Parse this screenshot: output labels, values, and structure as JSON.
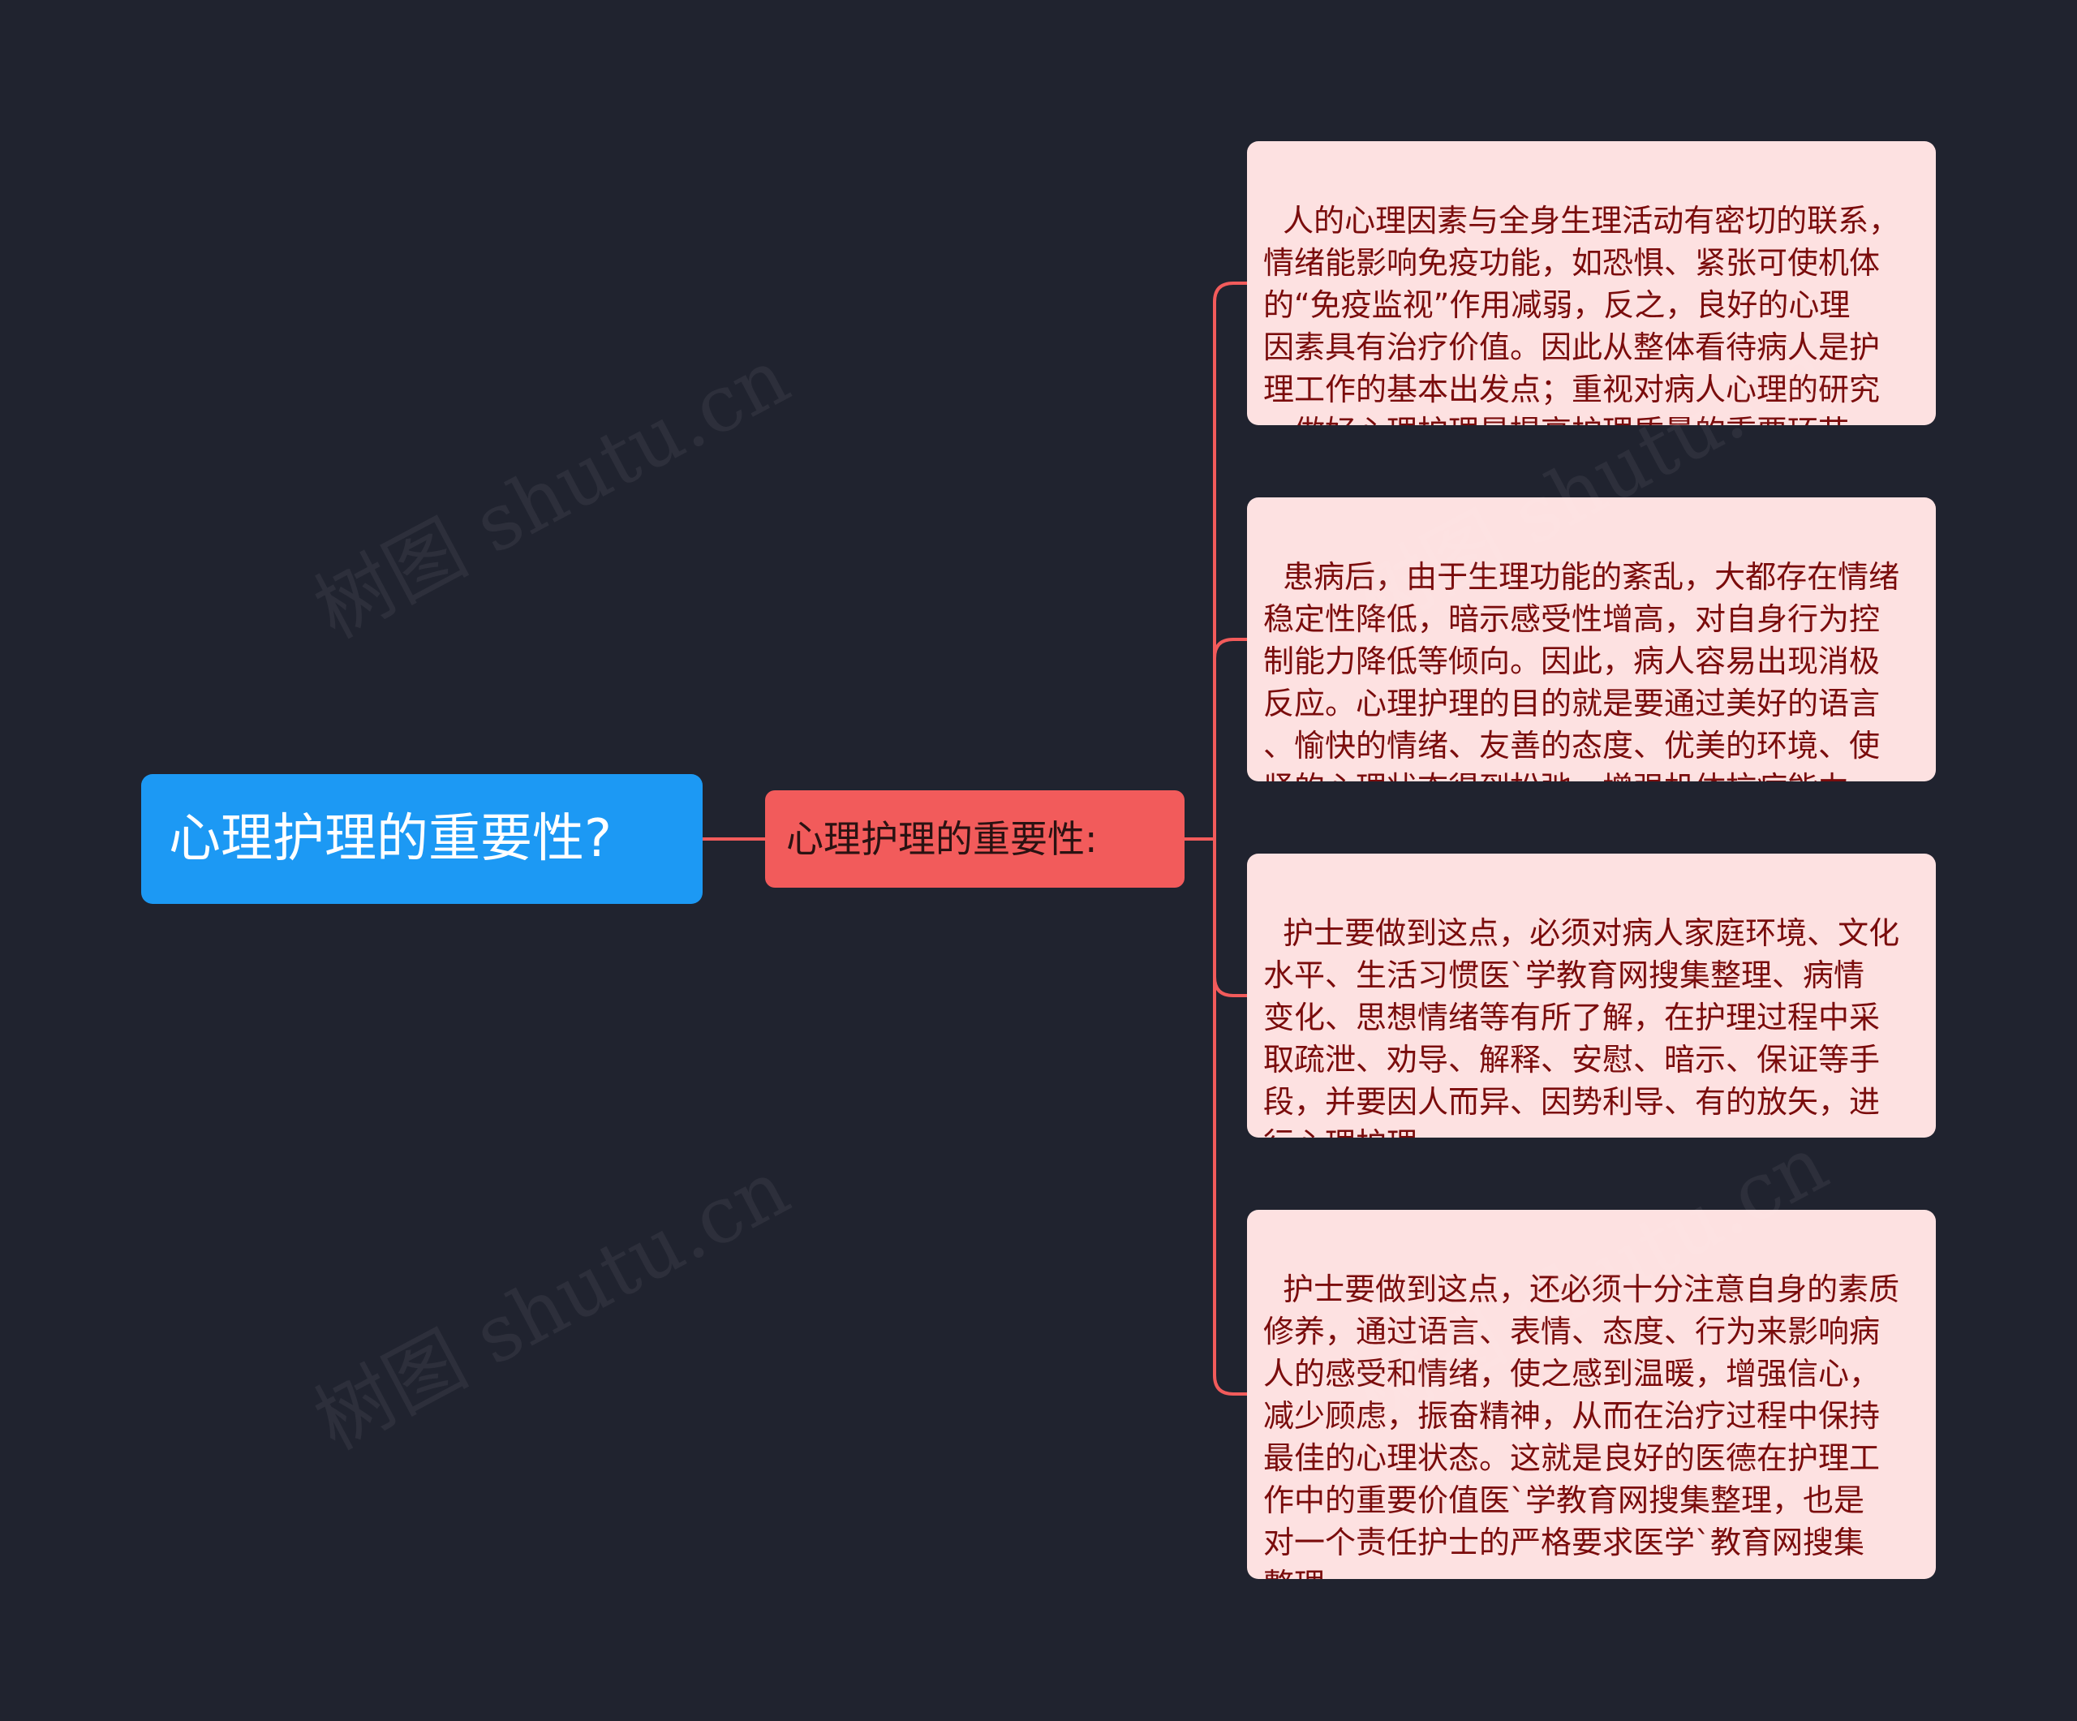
{
  "colors": {
    "background": "#20232f",
    "root": "#1c99f4",
    "branch": "#f25b5b",
    "leaf": "#fde1e1",
    "leaf_text": "#7a0c0c",
    "connector": "#f25b5b"
  },
  "root": {
    "text": "心理护理的重要性?"
  },
  "branch": {
    "text": "心理护理的重要性:"
  },
  "leaves": [
    {
      "text": "人的心理因素与全身生理活动有密切的联系，\n情绪能影响免疫功能，如恐惧、紧张可使机体\n的“免疫监视”作用减弱，反之，良好的心理\n因素具有治疗价值。因此从整体看待病人是护\n理工作的基本出发点；重视对病人心理的研究\n，做好心理护理是提高护理质量的重要环节。"
    },
    {
      "text": "患病后，由于生理功能的紊乱，大都存在情绪\n稳定性降低，暗示感受性增高，对自身行为控\n制能力降低等倾向。因此，病人容易出现消极\n反应。心理护理的目的就是要通过美好的语言\n、愉快的情绪、友善的态度、优美的环境、使\n紧的心理状态得到松弛，增强机体抗病能力。"
    },
    {
      "text": "护士要做到这点，必须对病人家庭环境、文化\n水平、生活习惯医`学教育网搜集整理、病情\n变化、思想情绪等有所了解，在护理过程中采\n取疏泄、劝导、解释、安慰、暗示、保证等手\n段，并要因人而异、因势利导、有的放矢，进\n行心理护理。"
    },
    {
      "text": "护士要做到这点，还必须十分注意自身的素质\n修养，通过语言、表情、态度、行为来影响病\n人的感受和情绪，使之感到温暖，增强信心，\n减少顾虑，振奋精神，从而在治疗过程中保持\n最佳的心理状态。这就是良好的医德在护理工\n作中的重要价值医`学教育网搜集整理，也是\n对一个责任护士的严格要求医学`教育网搜集\n整理。"
    }
  ],
  "watermarks": [
    "树图 shutu.cn",
    "树图 shutu.cn",
    "树图 shutu.cn",
    "树图 shutu.cn"
  ]
}
